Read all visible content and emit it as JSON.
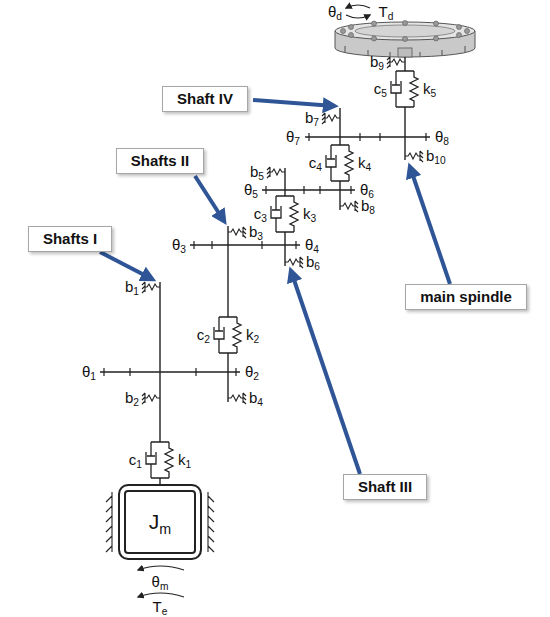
{
  "diagram": {
    "nodes": [
      {
        "text": [
          "Shaft IV"
        ]
      },
      {
        "text": [
          "Shafts II"
        ]
      },
      {
        "text": [
          "Shafts I"
        ]
      },
      {
        "text": [
          "main spindle"
        ]
      },
      {
        "text": [
          "Shaft III"
        ]
      },
      {
        "text": [
          "Jm"
        ]
      }
    ],
    "labels": [
      "θd",
      "Td",
      "b9",
      "c5",
      "k5",
      "b7",
      "θ7",
      "θ8",
      "b10",
      "c4",
      "k4",
      "b5",
      "θ5",
      "θ6",
      "b8",
      "c3",
      "k3",
      "b3",
      "θ3",
      "θ4",
      "b6",
      "b1",
      "c2",
      "k2",
      "θ1",
      "θ2",
      "b2",
      "b4",
      "c1",
      "k1",
      "θm",
      "Te"
    ]
  }
}
